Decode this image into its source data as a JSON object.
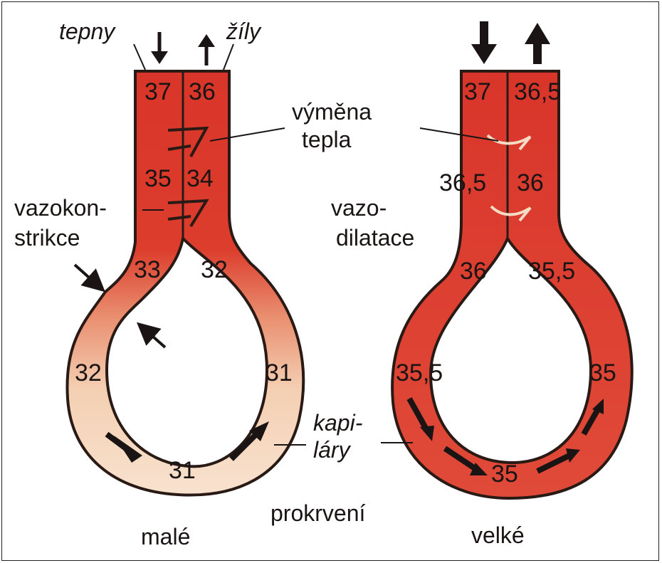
{
  "colors": {
    "warm": "#d9352a",
    "warm_light": "#e0553f",
    "cool": "#f6dcc4",
    "outline": "#2a1a16",
    "text": "#1a1414"
  },
  "labels": {
    "tepny": "tepny",
    "zily": "žíly",
    "vymena": "výměna",
    "tepla": "tepla",
    "vazokon": "vazokon-",
    "strikce": "strikce",
    "vazo": "vazo-",
    "dilatace": "dilatace",
    "kapi": "kapi-",
    "lary": "láry",
    "prokrveni": "prokrvení",
    "male": "malé",
    "velke": "velké"
  },
  "left_loop": {
    "artery_top": "37",
    "vein_top": "36",
    "artery_mid": "35",
    "vein_mid": "34",
    "artery_low": "33",
    "vein_low": "32",
    "left_side": "32",
    "right_side": "31",
    "bottom": "31"
  },
  "right_loop": {
    "artery_top": "37",
    "vein_top": "36,5",
    "artery_mid": "36,5",
    "vein_mid": "36",
    "artery_low": "36",
    "vein_low": "35,5",
    "left_side": "35,5",
    "right_side": "35",
    "bottom": "35"
  }
}
